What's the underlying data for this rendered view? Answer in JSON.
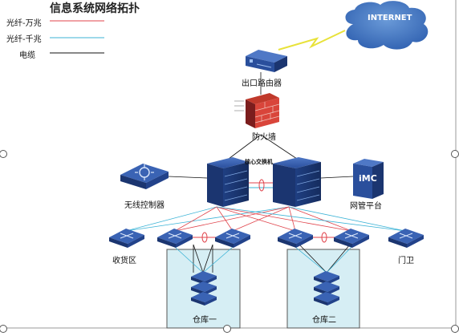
{
  "title": "信息系统网络拓扑",
  "legend": [
    {
      "label": "光纤-万兆",
      "color": "#e0434b"
    },
    {
      "label": "光纤-千兆",
      "color": "#3bb3d6"
    },
    {
      "label": "电缆",
      "color": "#111111"
    }
  ],
  "nodes": {
    "internet": "INTERNET",
    "router": "出口路由器",
    "firewall": "防火墙",
    "core": "核心交换机",
    "wireless": "无线控制器",
    "nms": "网管平台",
    "nms_icon_text": "iMC",
    "receiving": "收货区",
    "gate": "门卫",
    "warehouse1": "仓库一",
    "warehouse2": "仓库二"
  },
  "colors": {
    "device_blue": "#2a4f9c",
    "device_dark": "#1b3570",
    "cloud": "#4a7ec9",
    "warehouse_box": "#d6eef4",
    "red_link": "#e0434b",
    "blue_link": "#3bb3d6",
    "wan_bolt": "#e8e23a"
  }
}
